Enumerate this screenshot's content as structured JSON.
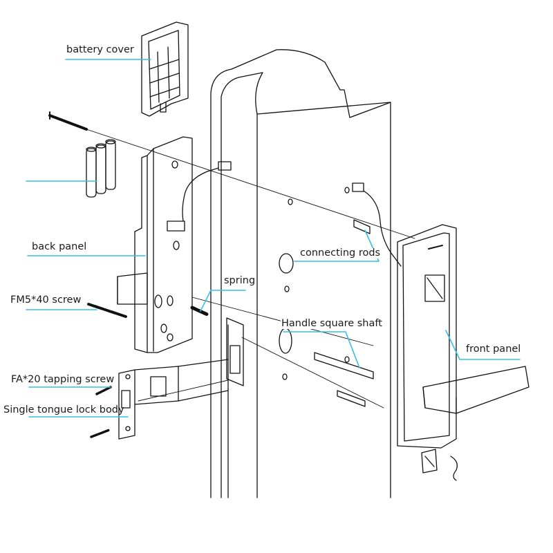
{
  "labels": {
    "battery_cover": "battery cover",
    "back_panel": "back panel",
    "fm_screw": "FM5*40 screw",
    "fa_screw": "FA*20 tapping screw",
    "lock_body": "Single tongue lock body",
    "connecting_rods": "connecting rods",
    "spring": "spring",
    "handle_shaft": "Handle square shaft",
    "front_panel": "front panel"
  },
  "colors": {
    "leader": "#33bfe6",
    "line": "#111111"
  }
}
